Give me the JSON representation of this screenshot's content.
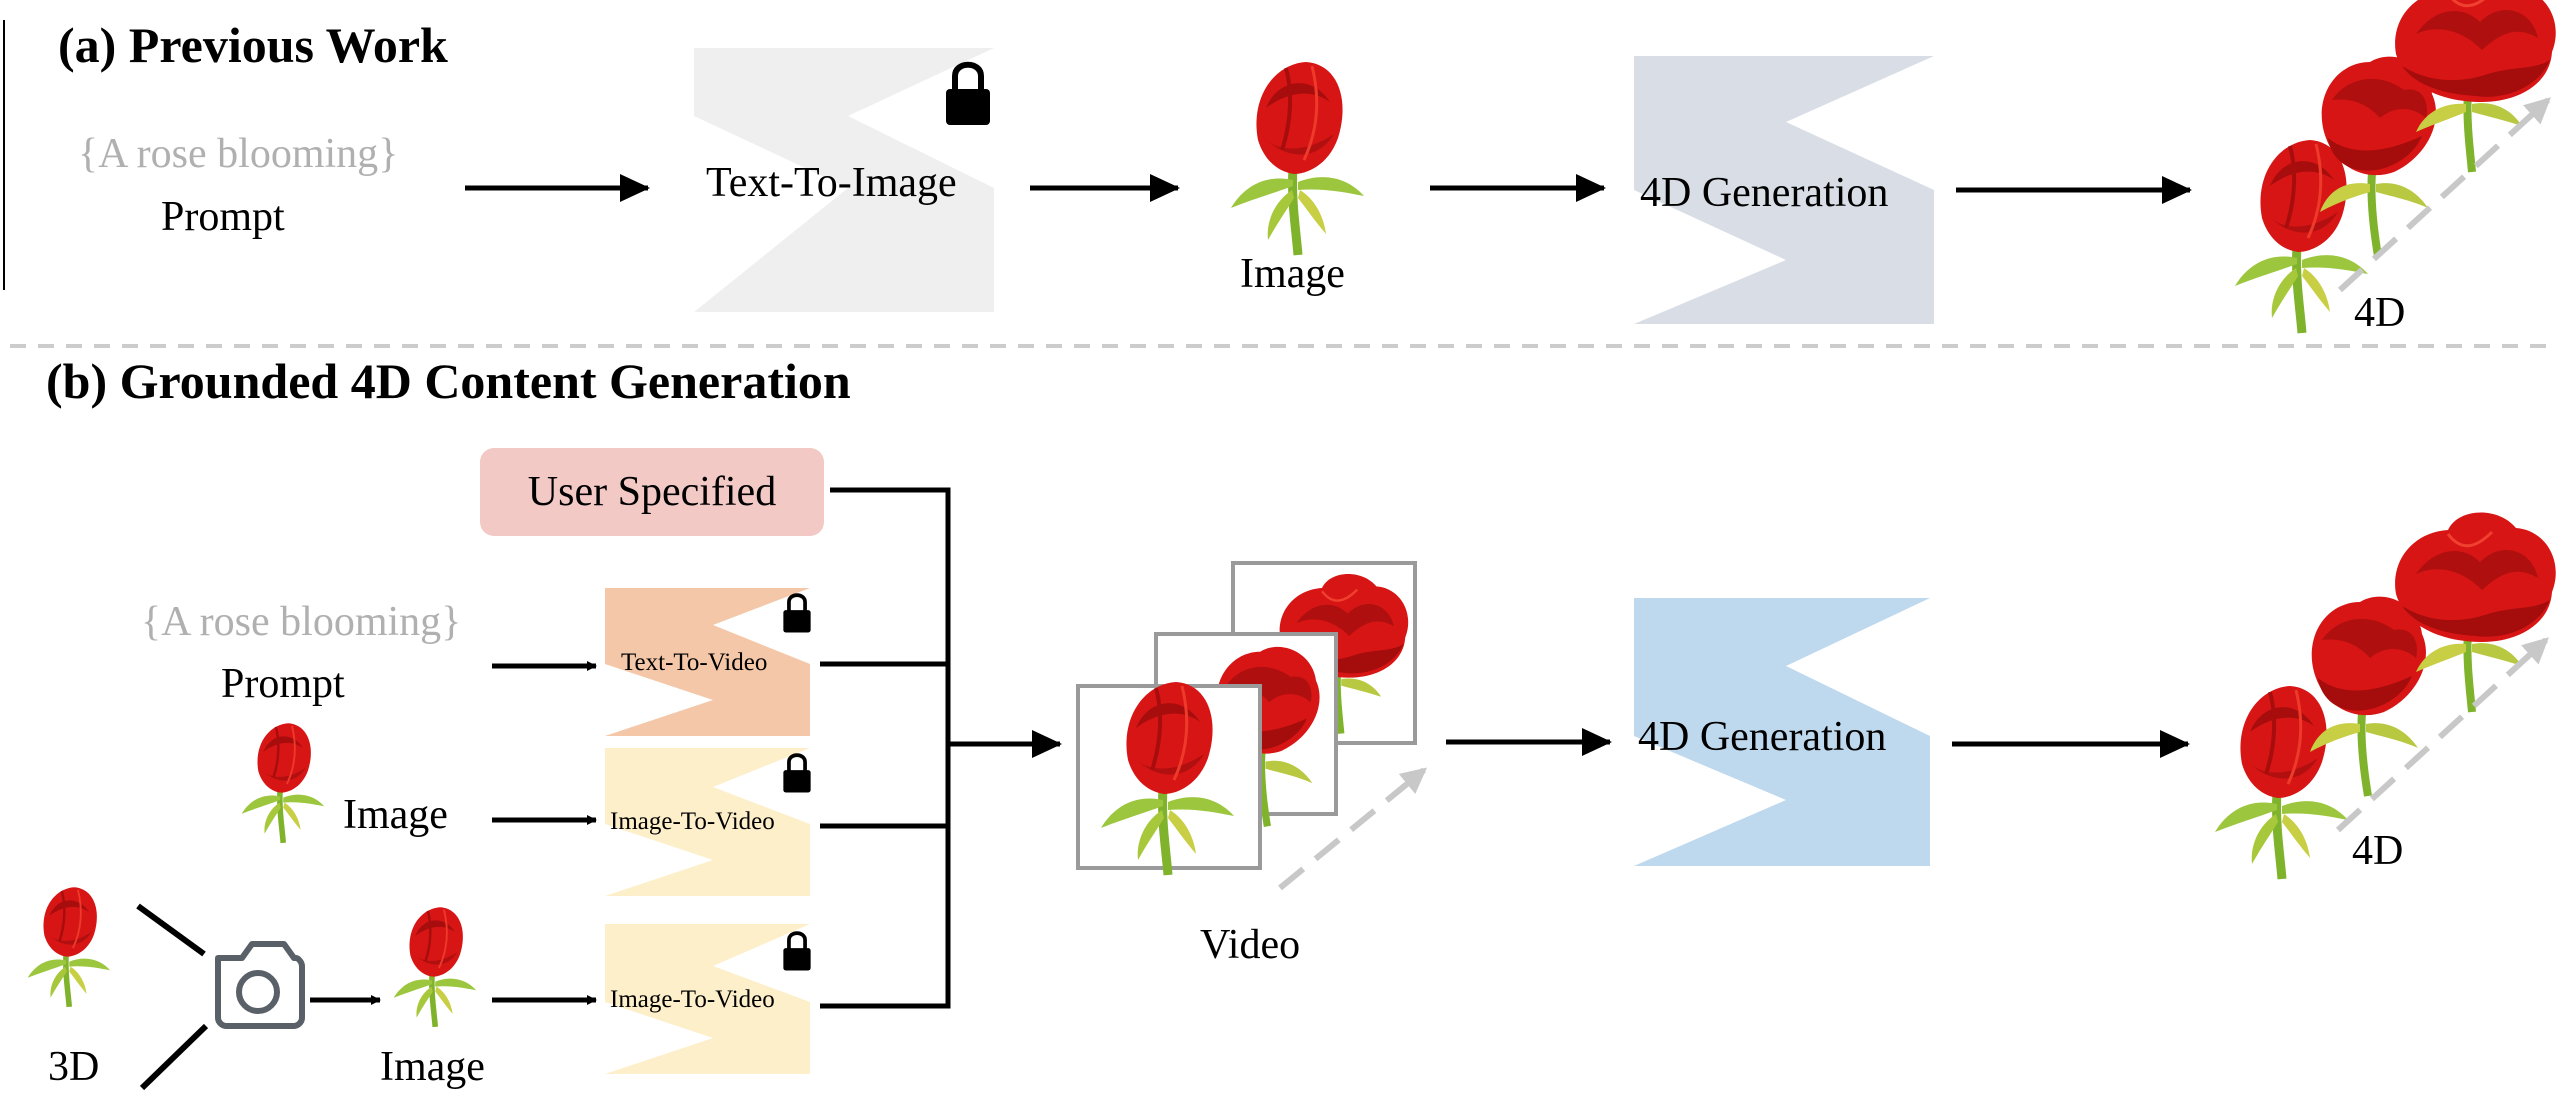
{
  "sections": {
    "a_title": "(a) Previous Work",
    "b_title": "(b) Grounded 4D Content Generation"
  },
  "top": {
    "prompt_text": "{A rose blooming}",
    "prompt_label": "Prompt",
    "t2i_label": "Text-To-Image",
    "image_label": "Image",
    "gen_label": "4D Generation",
    "output_label": "4D"
  },
  "bottom": {
    "user_specified": "User Specified",
    "prompt_text": "{A rose blooming}",
    "prompt_label": "Prompt",
    "image_label": "Image",
    "t2v_label": "Text-To-Video",
    "i2v_label_1": "Image-To-Video",
    "i2v_label_2": "Image-To-Video",
    "three_d_label": "3D",
    "render_image_label": "Image",
    "video_label": "Video",
    "gen_label": "4D Generation",
    "output_label": "4D"
  },
  "colors": {
    "t2i_fill": "#efefef",
    "gen_top_fill": "#d8dde6",
    "gen_bottom_fill": "#bed8ee",
    "t2v_fill": "#f4c7a8",
    "i2v_fill": "#fdefc9",
    "user_specified_fill": "#f2c9c5",
    "prompt_text": "#b0b0b0",
    "rose_red": "#d81515",
    "stem_green": "#7fb32b",
    "dashed_gray": "#c8c8c8"
  },
  "icons": [
    "lock-icon",
    "camera-icon",
    "rose-icon"
  ]
}
